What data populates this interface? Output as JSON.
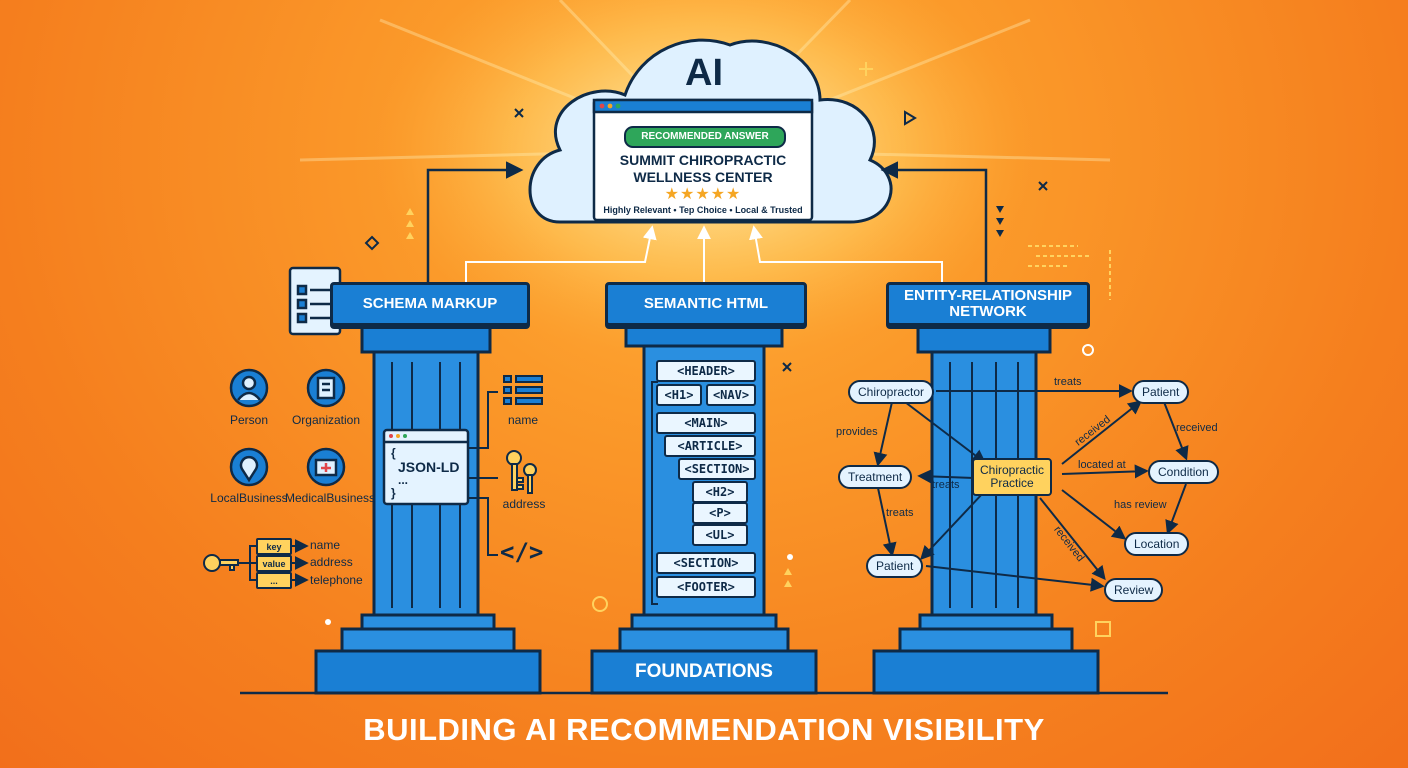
{
  "cloud": {
    "title": "AI",
    "badge": "RECOMMENDED ANSWER",
    "business_line1": "SUMMIT CHIROPRACTIC",
    "business_line2": "WELLNESS CENTER",
    "stars": "★★★★★",
    "rating": 5,
    "tagline": "Highly Relevant • Tep Choice • Local & Trusted"
  },
  "pillars": {
    "schema": {
      "title": "SCHEMA MARKUP",
      "types": [
        "Person",
        "Organization",
        "LocalBusiness",
        "MedicalBusiness"
      ],
      "json_line1": "{",
      "json_line2": "JSON-LD",
      "json_line3": "...",
      "json_line4": "}",
      "right_labels": [
        "name",
        "address"
      ],
      "code_icon": "</>",
      "kv_keys": [
        "key",
        "value",
        "..."
      ],
      "kv_values": [
        "name",
        "address",
        "telephone"
      ]
    },
    "semantic": {
      "title": "SEMANTIC HTML",
      "tags": [
        "<HEADER>",
        "<H1>",
        "<NAV>",
        "<MAIN>",
        "<ARTICLE>",
        "<SECTION>",
        "<H2>",
        "<P>",
        "<UL>",
        "<SECTION>",
        "<FOOTER>"
      ]
    },
    "entity": {
      "title_line1": "ENTITY-RELATIONSHIP",
      "title_line2": "NETWORK",
      "nodes": {
        "chiropractor": "Chiropractor",
        "patient_top": "Patient",
        "treatment": "Treatment",
        "practice_line1": "Chiropractic",
        "practice_line2": "Practice",
        "condition": "Condition",
        "location": "Location",
        "patient_bottom": "Patient",
        "review": "Review"
      },
      "edges": {
        "treats_top": "treats",
        "provides": "provides",
        "received_diag": "received",
        "received_right": "received",
        "located_at": "located at",
        "treats_mid": "treats",
        "has_review": "has review",
        "treats_low": "treats",
        "received_low": "received"
      }
    }
  },
  "foundation": "FOUNDATIONS",
  "footer_title": "BUILDING AI RECOMMENDATION VISIBILITY",
  "icons": [
    "document-icon",
    "person-icon",
    "building-icon",
    "location-pin-icon",
    "medical-kit-icon",
    "list-icon",
    "key-icon",
    "code-icon"
  ],
  "colors": {
    "background": "#f57f1e",
    "pillar": "#1a7fd4",
    "outline": "#0e2a47",
    "badge": "#2ea65a",
    "star": "#f5a623"
  }
}
